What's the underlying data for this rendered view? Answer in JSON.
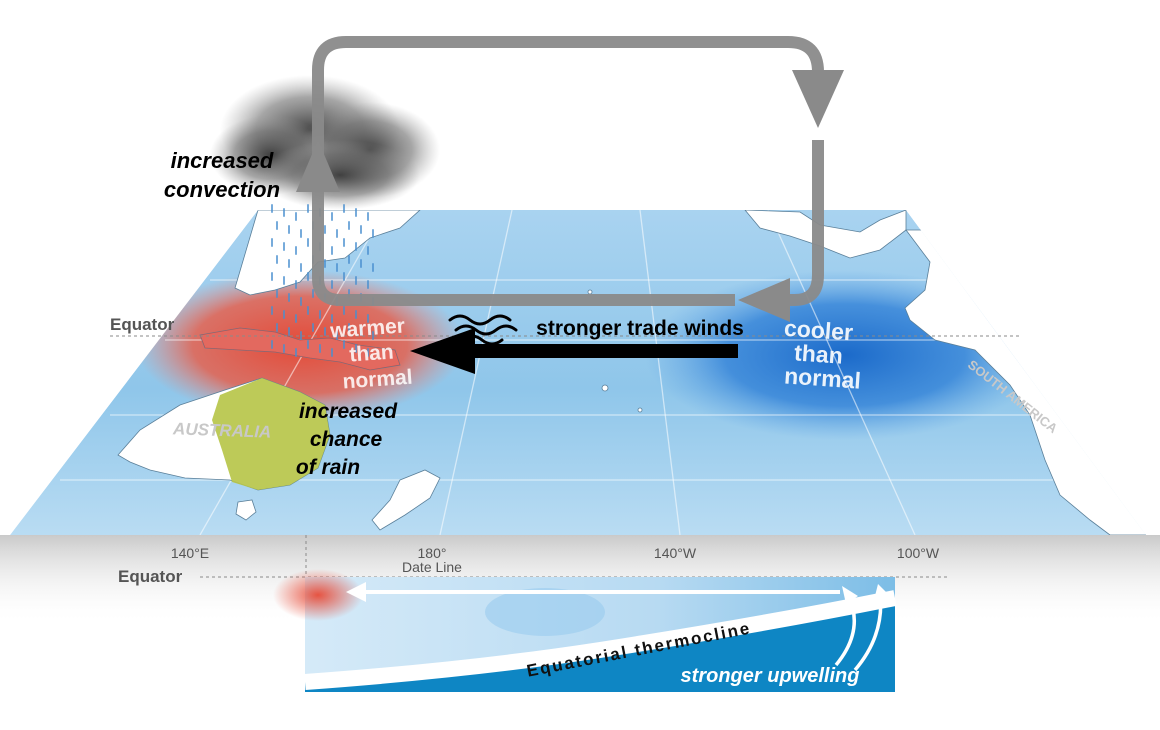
{
  "labels": {
    "convection": [
      "increased",
      "convection"
    ],
    "equator_top": "Equator",
    "equator_bottom": "Equator",
    "warmer": [
      "warmer",
      "than",
      "normal"
    ],
    "cooler": [
      "cooler",
      "than",
      "normal"
    ],
    "trade_winds": "stronger trade winds",
    "australia": "AUSTRALIA",
    "south_america": "SOUTH AMERICA",
    "rain": [
      "increased",
      "chance",
      "of rain"
    ],
    "longitudes": [
      "140°E",
      "180°",
      "140°W",
      "100°W"
    ],
    "date_line": "Date Line",
    "thermocline": "Equatorial thermocline",
    "upwelling": "stronger upwelling"
  },
  "colors": {
    "ocean": "#8cc4e8",
    "ocean_light": "#c6e2f5",
    "warm": "#e8432e",
    "cool": "#1565c8",
    "australia_rain": "#b7c64a",
    "land": "#ffffff",
    "circulation_arrow": "#8a8a8a",
    "wind_arrow": "#000000",
    "deep_water": "#0e86c4"
  }
}
